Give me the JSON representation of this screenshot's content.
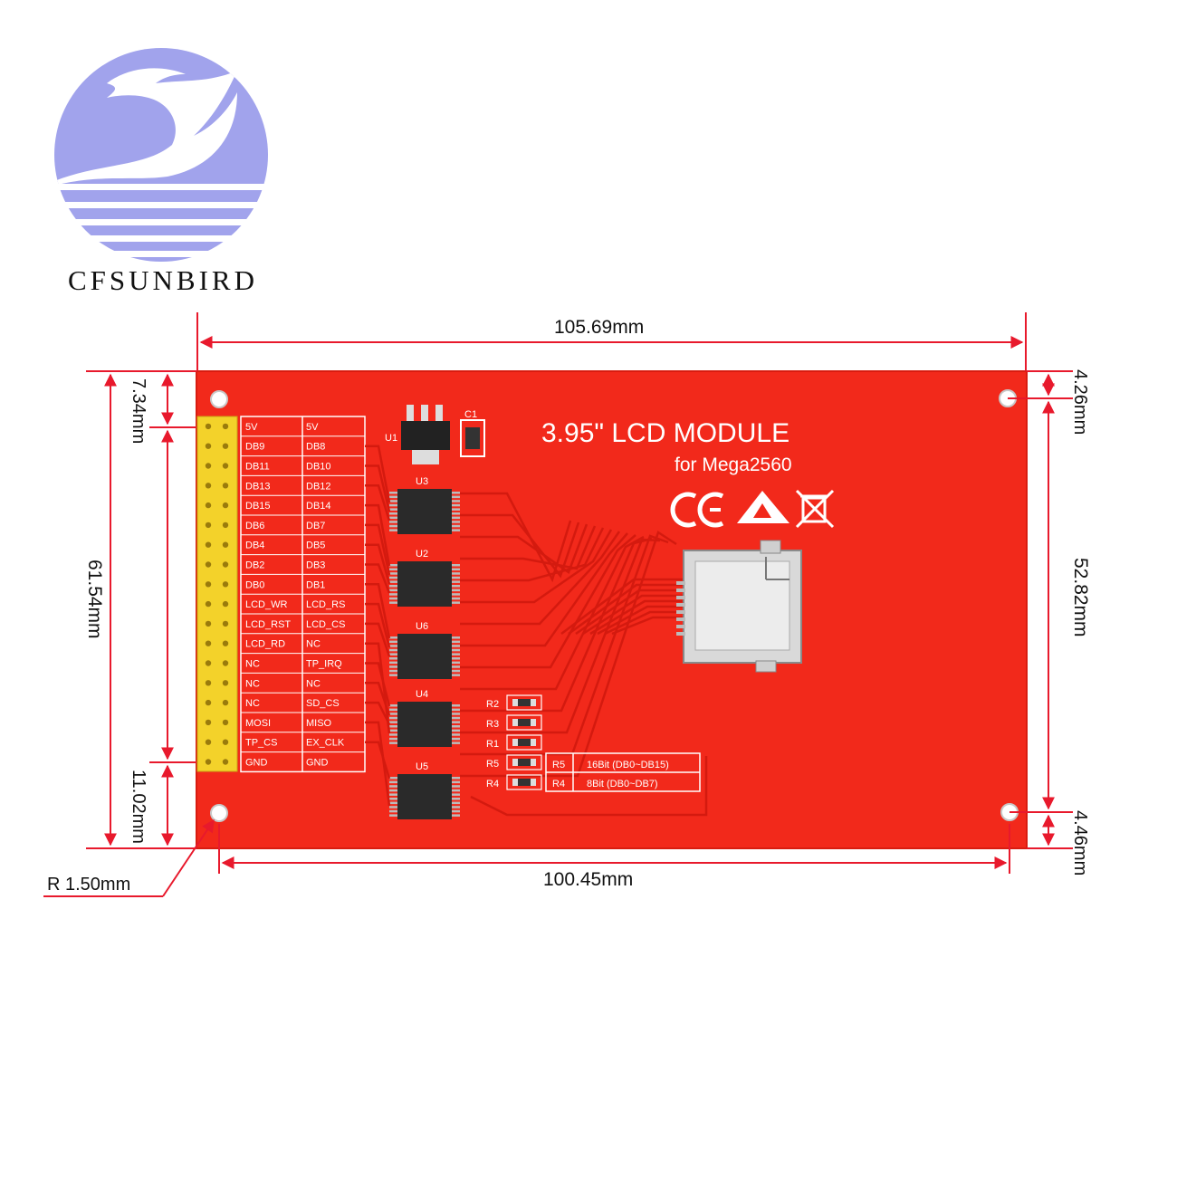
{
  "brand": {
    "name": "CFSUNBIRD",
    "logo_color": "#a1a3ec"
  },
  "board": {
    "title": "3.95\"  LCD MODULE",
    "subtitle": "for Mega2560",
    "color": "#f2291b",
    "marks": [
      "CE",
      "ESD",
      "WEEE"
    ],
    "ic_labels": [
      "U1",
      "C1",
      "U3",
      "U2",
      "U6",
      "U4",
      "U5"
    ],
    "pin_labels_left": [
      "5V",
      "DB9",
      "DB11",
      "DB13",
      "DB15",
      "DB6",
      "DB4",
      "DB2",
      "DB0",
      "LCD_WR",
      "LCD_RST",
      "LCD_RD",
      "NC",
      "NC",
      "NC",
      "MOSI",
      "TP_CS",
      "GND"
    ],
    "pin_labels_right": [
      "5V",
      "DB8",
      "DB10",
      "DB12",
      "DB14",
      "DB7",
      "DB5",
      "DB3",
      "DB1",
      "LCD_RS",
      "LCD_CS",
      "NC",
      "TP_IRQ",
      "NC",
      "SD_CS",
      "MISO",
      "EX_CLK",
      "GND"
    ],
    "resistors": [
      "R2",
      "R3",
      "R1",
      "R5",
      "R4"
    ],
    "mode_table": [
      {
        "ref": "R5",
        "desc": "16Bit (DB0~DB15)"
      },
      {
        "ref": "R4",
        "desc": "8Bit (DB0~DB7)"
      }
    ]
  },
  "dimensions": {
    "width_total": "105.69mm",
    "width_holes": "100.45mm",
    "height_total": "61.54mm",
    "header_top_offset": "7.34mm",
    "header_bottom_offset": "11.02mm",
    "right_top_offset": "4.26mm",
    "right_hole_span": "52.82mm",
    "right_bottom_offset": "4.46mm",
    "corner_radius": "R 1.50mm",
    "line_color": "#e8192c"
  }
}
